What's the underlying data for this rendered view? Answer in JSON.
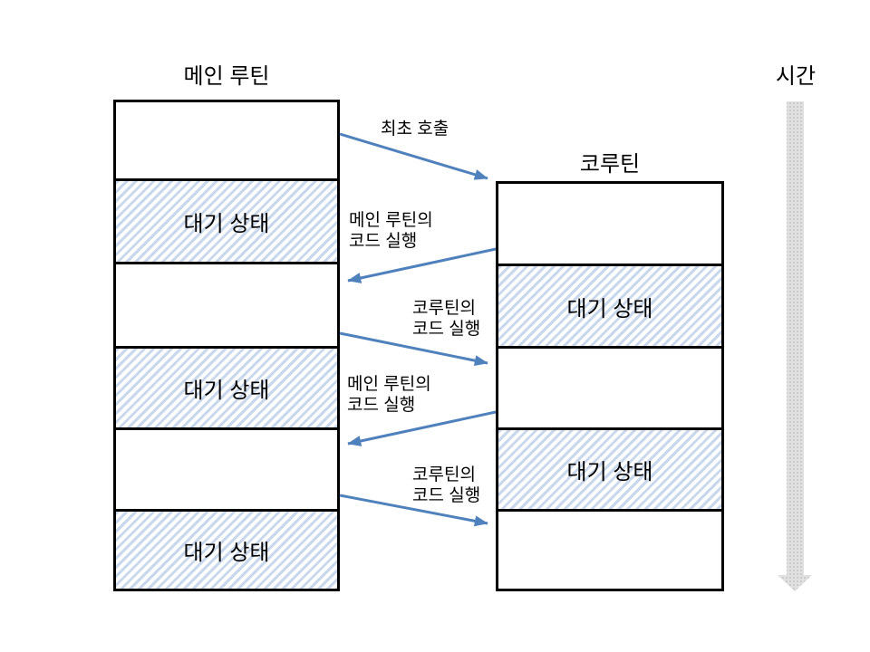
{
  "diagram": {
    "main_routine": {
      "title": "메인 루틴",
      "segments": [
        {
          "state": "running",
          "label": ""
        },
        {
          "state": "waiting",
          "label": "대기 상태"
        },
        {
          "state": "running",
          "label": ""
        },
        {
          "state": "waiting",
          "label": "대기 상태"
        },
        {
          "state": "running",
          "label": ""
        },
        {
          "state": "waiting",
          "label": "대기 상태"
        }
      ]
    },
    "coroutine": {
      "title": "코루틴",
      "segments": [
        {
          "state": "running",
          "label": ""
        },
        {
          "state": "waiting",
          "label": "대기 상태"
        },
        {
          "state": "running",
          "label": ""
        },
        {
          "state": "waiting",
          "label": "대기 상태"
        },
        {
          "state": "running",
          "label": ""
        }
      ]
    },
    "timeline": {
      "label": "시간"
    },
    "transitions": [
      {
        "name": "first-call",
        "lines": [
          "최초 호출"
        ]
      },
      {
        "name": "main-exec-1",
        "lines": [
          "메인 루틴의",
          "코드 실행"
        ]
      },
      {
        "name": "coroutine-exec-1",
        "lines": [
          "코루틴의",
          "코드 실행"
        ]
      },
      {
        "name": "main-exec-2",
        "lines": [
          "메인 루틴의",
          "코드 실행"
        ]
      },
      {
        "name": "coroutine-exec-2",
        "lines": [
          "코루틴의",
          "코드 실행"
        ]
      }
    ]
  },
  "colors": {
    "arrow_blue": "#4f81bd",
    "hatch_stripe": "#c9d8ec",
    "time_arrow_gray": "#e0e0e0",
    "box_border": "#000000"
  }
}
